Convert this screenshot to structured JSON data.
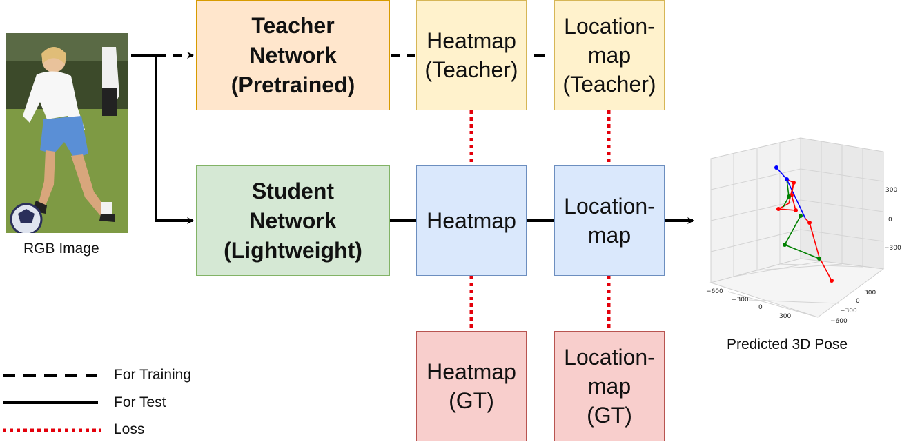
{
  "input": {
    "caption": "RGB Image"
  },
  "teacher": {
    "label": "Teacher\nNetwork\n(Pretrained)"
  },
  "student": {
    "label": "Student\nNetwork\n(Lightweight)"
  },
  "heatmap_teacher": {
    "label": "Heatmap\n(Teacher)"
  },
  "locationmap_teacher": {
    "label": "Location-\nmap\n(Teacher)"
  },
  "heatmap_student": {
    "label": "Heatmap"
  },
  "locationmap_student": {
    "label": "Location-\nmap"
  },
  "heatmap_gt": {
    "label": "Heatmap\n(GT)"
  },
  "locationmap_gt": {
    "label": "Location-\nmap\n(GT)"
  },
  "output": {
    "caption": "Predicted 3D Pose",
    "axis_ticks": {
      "x": [
        "−600",
        "−300",
        "0",
        "300"
      ],
      "y": [
        "300",
        "0",
        "−300",
        "−600"
      ],
      "z": [
        "300",
        "0",
        "−300"
      ]
    }
  },
  "legend": [
    {
      "label": "For Training",
      "style": "dashed",
      "color": "#000000"
    },
    {
      "label": "For Test",
      "style": "solid",
      "color": "#000000"
    },
    {
      "label": "Loss",
      "style": "dotted",
      "color": "#e3000b"
    }
  ],
  "colors": {
    "teacher_fill": "#ffe6cc",
    "teacher_output_fill": "#fff2cc",
    "student_fill": "#d5e8d4",
    "student_output_fill": "#dae8fc",
    "ground_truth_fill": "#f8cecc",
    "loss_line": "#e3000b",
    "pose_center": "#0000ff",
    "pose_right": "#ff0000",
    "pose_left": "#008000"
  }
}
